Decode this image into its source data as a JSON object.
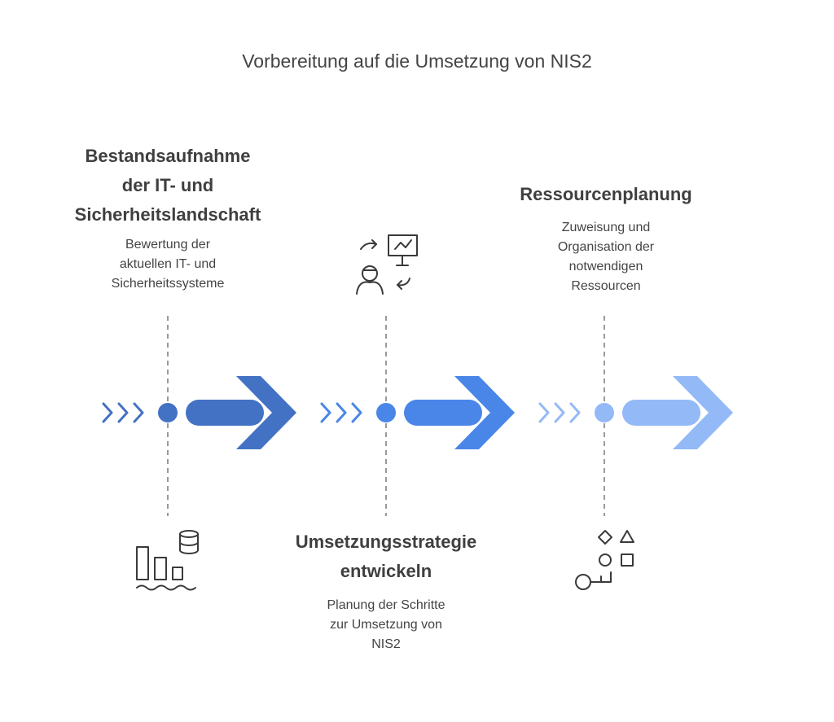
{
  "title": "Vorbereitung auf die Umsetzung von NIS2",
  "colors": {
    "step1": "#4372c4",
    "step2": "#4a86e8",
    "step3": "#93b9f7",
    "dash": "#9a9a9a",
    "icon": "#3a3a3a"
  },
  "steps": [
    {
      "heading": [
        "Bestandsaufnahme",
        "der IT- und",
        "Sicherheitslandschaft"
      ],
      "description": [
        "Bewertung der",
        "aktuellen IT- und",
        "Sicherheitssysteme"
      ],
      "icon": "database-bar-chart-icon"
    },
    {
      "heading": [
        "Umsetzungsstrategie",
        "entwickeln"
      ],
      "description": [
        "Planung der Schritte",
        "zur Umsetzung von",
        "NIS2"
      ],
      "icon": "person-presentation-icon"
    },
    {
      "heading": [
        "Ressourcenplanung"
      ],
      "description": [
        "Zuweisung und",
        "Organisation der",
        "notwendigen",
        "Ressourcen"
      ],
      "icon": "shapes-organization-icon"
    }
  ]
}
